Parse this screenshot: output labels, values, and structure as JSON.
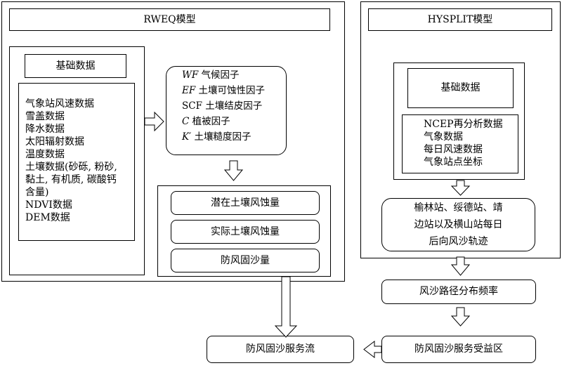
{
  "rweq": {
    "title": "RWEQ模型",
    "basic_label": "基础数据",
    "data_items": [
      "气象站风速数据",
      "雪盖数据",
      "降水数据",
      "太阳辐射数据",
      "温度数据",
      "土壤数据(砂砾, 粉砂,",
      "黏土, 有机质, 碳酸钙",
      "含量)",
      "NDVI数据",
      "DEM数据"
    ],
    "factors": [
      {
        "symbol": "WF",
        "desc": "气候因子"
      },
      {
        "symbol": "EF",
        "desc": "土壤可蚀性因子"
      },
      {
        "symbol": "SCF",
        "desc": "土壤结皮因子"
      },
      {
        "symbol": "C",
        "desc": "植被因子"
      },
      {
        "symbol": "K′",
        "desc": "土壤糙度因子"
      }
    ],
    "outputs": [
      "潜在土壤风蚀量",
      "实际土壤风蚀量",
      "防风固沙量"
    ]
  },
  "hysplit": {
    "title": "HYSPLIT模型",
    "basic_label": "基础数据",
    "data_items": [
      "NCEP再分析数据",
      "气象数据",
      "每日风速数据",
      "气象站点坐标"
    ],
    "trajectory_lines": [
      "榆林站、绥德站、靖",
      "边站以及横山站每日",
      "后向风沙轨迹"
    ]
  },
  "path_frequency": "风沙路径分布频率",
  "beneficiary_area": "防风固沙服务受益区",
  "service_flow": "防风固沙服务流"
}
